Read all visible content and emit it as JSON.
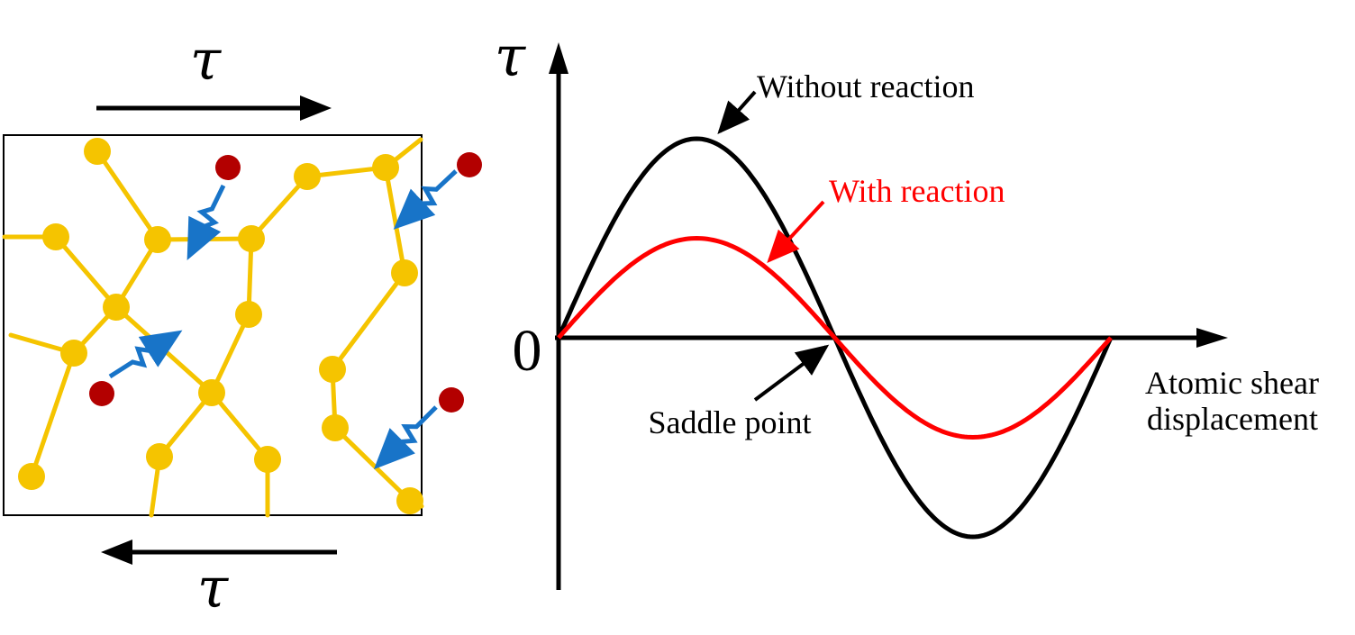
{
  "left_panel": {
    "tau_top": "τ",
    "tau_bottom": "τ",
    "shear_top_direction": "right",
    "shear_bottom_direction": "left",
    "network_color": "#f5c400",
    "node_color": "#f5c400",
    "reactant_color": "#b30000",
    "reaction_arrow_color": "#1874c8",
    "network_nodes": [
      [
        108,
        168
      ],
      [
        253,
        186
      ],
      [
        341,
        196
      ],
      [
        428,
        186
      ],
      [
        521,
        183
      ],
      [
        62,
        263
      ],
      [
        175,
        266
      ],
      [
        279,
        265
      ],
      [
        449,
        303
      ],
      [
        129,
        341
      ],
      [
        276,
        349
      ],
      [
        82,
        392
      ],
      [
        113,
        437
      ],
      [
        369,
        410
      ],
      [
        235,
        436
      ],
      [
        501,
        444
      ],
      [
        372,
        475
      ],
      [
        177,
        507
      ],
      [
        297,
        510
      ],
      [
        35,
        529
      ],
      [
        455,
        556
      ]
    ],
    "network_edges": [
      [
        [
          5,
          263
        ],
        [
          62,
          263
        ]
      ],
      [
        [
          62,
          263
        ],
        [
          129,
          341
        ]
      ],
      [
        [
          108,
          168
        ],
        [
          175,
          266
        ]
      ],
      [
        [
          175,
          266
        ],
        [
          279,
          265
        ]
      ],
      [
        [
          175,
          266
        ],
        [
          129,
          341
        ]
      ],
      [
        [
          279,
          265
        ],
        [
          341,
          196
        ]
      ],
      [
        [
          341,
          196
        ],
        [
          428,
          186
        ]
      ],
      [
        [
          428,
          186
        ],
        [
          467,
          155
        ]
      ],
      [
        [
          428,
          186
        ],
        [
          449,
          303
        ]
      ],
      [
        [
          279,
          265
        ],
        [
          276,
          349
        ]
      ],
      [
        [
          449,
          303
        ],
        [
          369,
          410
        ]
      ],
      [
        [
          129,
          341
        ],
        [
          82,
          392
        ]
      ],
      [
        [
          129,
          341
        ],
        [
          235,
          436
        ]
      ],
      [
        [
          12,
          372
        ],
        [
          82,
          392
        ]
      ],
      [
        [
          82,
          392
        ],
        [
          35,
          529
        ]
      ],
      [
        [
          276,
          349
        ],
        [
          235,
          436
        ]
      ],
      [
        [
          235,
          436
        ],
        [
          177,
          507
        ]
      ],
      [
        [
          235,
          436
        ],
        [
          297,
          510
        ]
      ],
      [
        [
          177,
          507
        ],
        [
          168,
          572
        ]
      ],
      [
        [
          297,
          510
        ],
        [
          297,
          572
        ]
      ],
      [
        [
          369,
          410
        ],
        [
          372,
          475
        ]
      ],
      [
        [
          372,
          475
        ],
        [
          455,
          556
        ]
      ],
      [
        [
          455,
          556
        ],
        [
          468,
          562
        ]
      ]
    ],
    "reaction_arrows": [
      {
        "from": [
          248,
          206
        ],
        "to": [
          212,
          280
        ]
      },
      {
        "from": [
          122,
          418
        ],
        "to": [
          194,
          372
        ]
      },
      {
        "from": [
          506,
          190
        ],
        "to": [
          444,
          248
        ]
      },
      {
        "from": [
          484,
          452
        ],
        "to": [
          422,
          514
        ]
      }
    ]
  },
  "chart_data": {
    "type": "line",
    "title": "",
    "ylabel": "τ",
    "xlabel": "Atomic shear displacement",
    "xlabel_lines": [
      "Atomic shear",
      "displacement"
    ],
    "origin_label": "0",
    "x_range": [
      0,
      1
    ],
    "y_range": [
      -1,
      1
    ],
    "series": [
      {
        "name": "Without reaction",
        "color": "#000000",
        "amplitude": 1.0,
        "x": [
          0,
          0.25,
          0.5,
          0.75,
          1.0
        ],
        "y": [
          0,
          1.0,
          0,
          -1.0,
          0
        ]
      },
      {
        "name": "With reaction",
        "color": "#ff0000",
        "amplitude": 0.5,
        "x": [
          0,
          0.25,
          0.5,
          0.75,
          1.0
        ],
        "y": [
          0,
          0.5,
          0,
          -0.5,
          0
        ]
      }
    ],
    "annotations": [
      {
        "text": "Without reaction",
        "color": "#000000",
        "points_to": "peak of Without reaction curve"
      },
      {
        "text": "With reaction",
        "color": "#ff0000",
        "points_to": "descending With reaction curve"
      },
      {
        "text": "Saddle point",
        "color": "#000000",
        "points_to": "zero crossing at x = 0.5"
      }
    ]
  }
}
